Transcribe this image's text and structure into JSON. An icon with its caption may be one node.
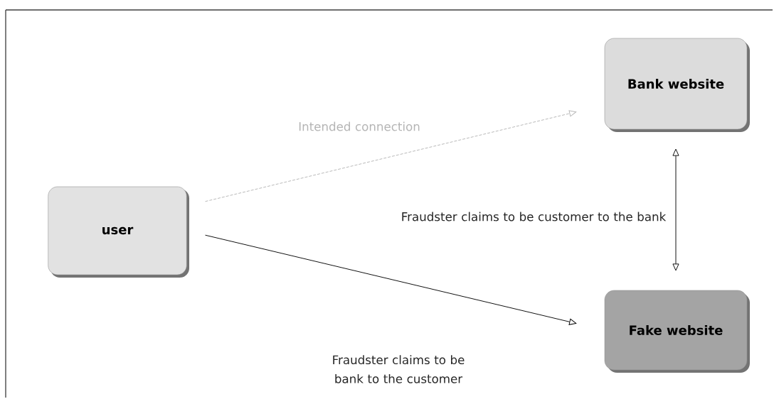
{
  "diagram": {
    "nodes": [
      {
        "text": [
          "user"
        ]
      },
      {
        "text": [
          "Bank website"
        ]
      },
      {
        "text": [
          "Fake website"
        ]
      }
    ],
    "edges": [
      {
        "from": 0,
        "to": 1,
        "arrow": "to",
        "label": "Intended connection",
        "style": "dashed",
        "color": "#b4b4b4"
      },
      {
        "from": 0,
        "to": 2,
        "arrow": "to",
        "label": "Fraudster claims to be bank to the customer"
      },
      {
        "from": 1,
        "to": 2,
        "arrow": "both",
        "label": "Fraudster claims to be customer to the bank"
      }
    ]
  }
}
